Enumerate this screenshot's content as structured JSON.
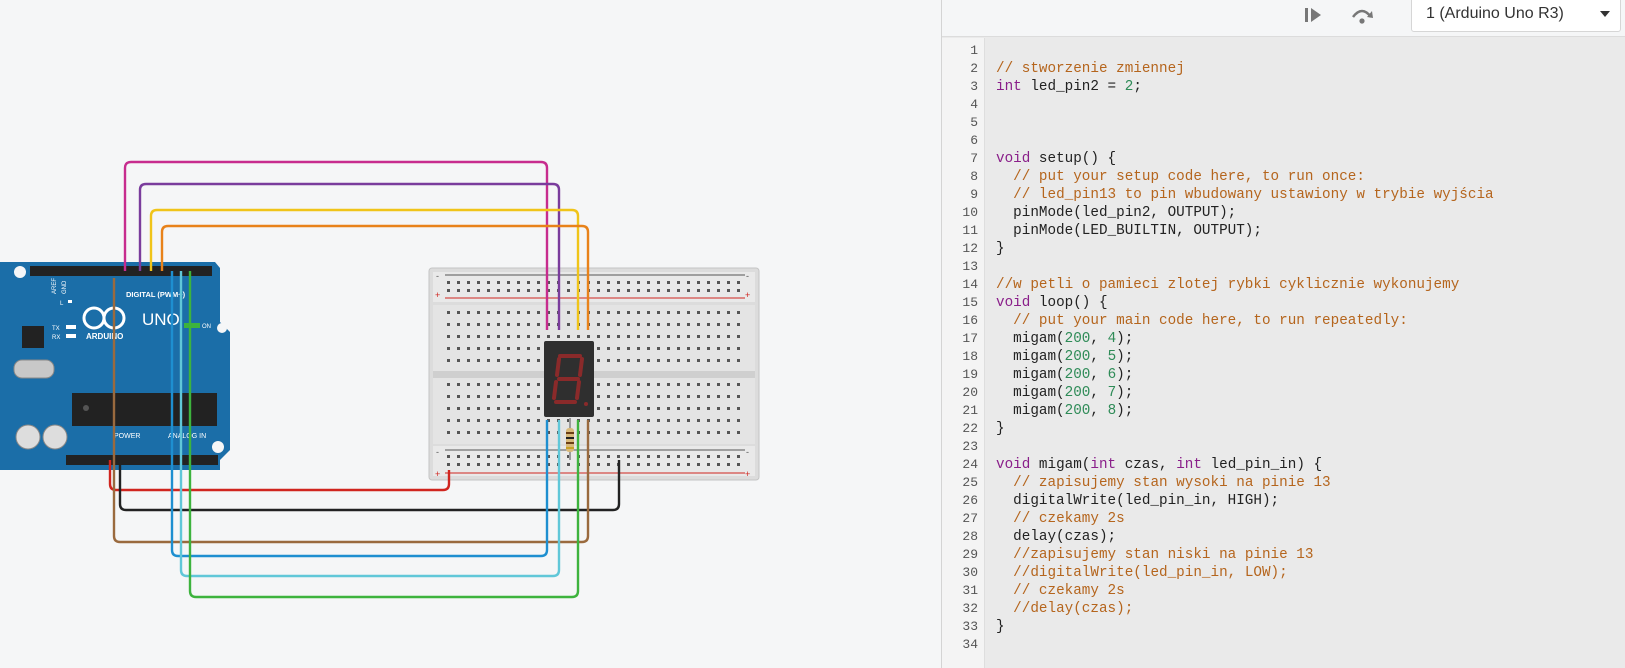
{
  "toolbar": {
    "step_icon": "step-play-icon",
    "step_over_icon": "step-over-icon",
    "device_label": "1 (Arduino Uno R3)"
  },
  "arduino": {
    "logo_text": "UNO",
    "brand_text": "ARDUINO",
    "digital_label": "DIGITAL (PWM~)",
    "analog_label": "ANALOG IN",
    "power_label": "POWER",
    "on_label": "ON",
    "tx_label": "TX",
    "rx_label": "RX",
    "l_label": "L",
    "aref_label": "AREF",
    "gnd_label": "GND"
  },
  "colors": {
    "wire_magenta": "#c72c8e",
    "wire_purple": "#7a3c9c",
    "wire_yellow": "#f0c419",
    "wire_orange": "#e8821a",
    "wire_red": "#d0251f",
    "wire_black": "#222222",
    "wire_brown": "#9a6a3e",
    "wire_blue": "#1e8fd0",
    "wire_cyan": "#60c7d8",
    "wire_green": "#3db33d",
    "arduino_blue": "#1b6ea8"
  },
  "code_lines": [
    "",
    "// stworzenie zmiennej",
    "int led_pin2 = 2;",
    "",
    "",
    "",
    "void setup() {",
    "  // put your setup code here, to run once:",
    "  // led_pin13 to pin wbudowany ustawiony w trybie wyjścia",
    "  pinMode(led_pin2, OUTPUT);",
    "  pinMode(LED_BUILTIN, OUTPUT);",
    "}",
    "",
    "//w petli o pamieci zlotej rybki cyklicznie wykonujemy",
    "void loop() {",
    "  // put your main code here, to run repeatedly:",
    "  migam(200, 4);",
    "  migam(200, 5);",
    "  migam(200, 6);",
    "  migam(200, 7);",
    "  migam(200, 8);",
    "}",
    "",
    "void migam(int czas, int led_pin_in) {",
    "  // zapisujemy stan wysoki na pinie 13",
    "  digitalWrite(led_pin_in, HIGH);",
    "  // czekamy 2s",
    "  delay(czas);",
    "  //zapisujemy stan niski na pinie 13",
    "  //digitalWrite(led_pin_in, LOW);",
    "  // czekamy 2s",
    "  //delay(czas);",
    "}",
    ""
  ],
  "line_numbers": [
    "1",
    "2",
    "3",
    "4",
    "5",
    "6",
    "7",
    "8",
    "9",
    "10",
    "11",
    "12",
    "13",
    "14",
    "15",
    "16",
    "17",
    "18",
    "19",
    "20",
    "21",
    "22",
    "23",
    "24",
    "25",
    "26",
    "27",
    "28",
    "29",
    "30",
    "31",
    "32",
    "33",
    "34"
  ]
}
